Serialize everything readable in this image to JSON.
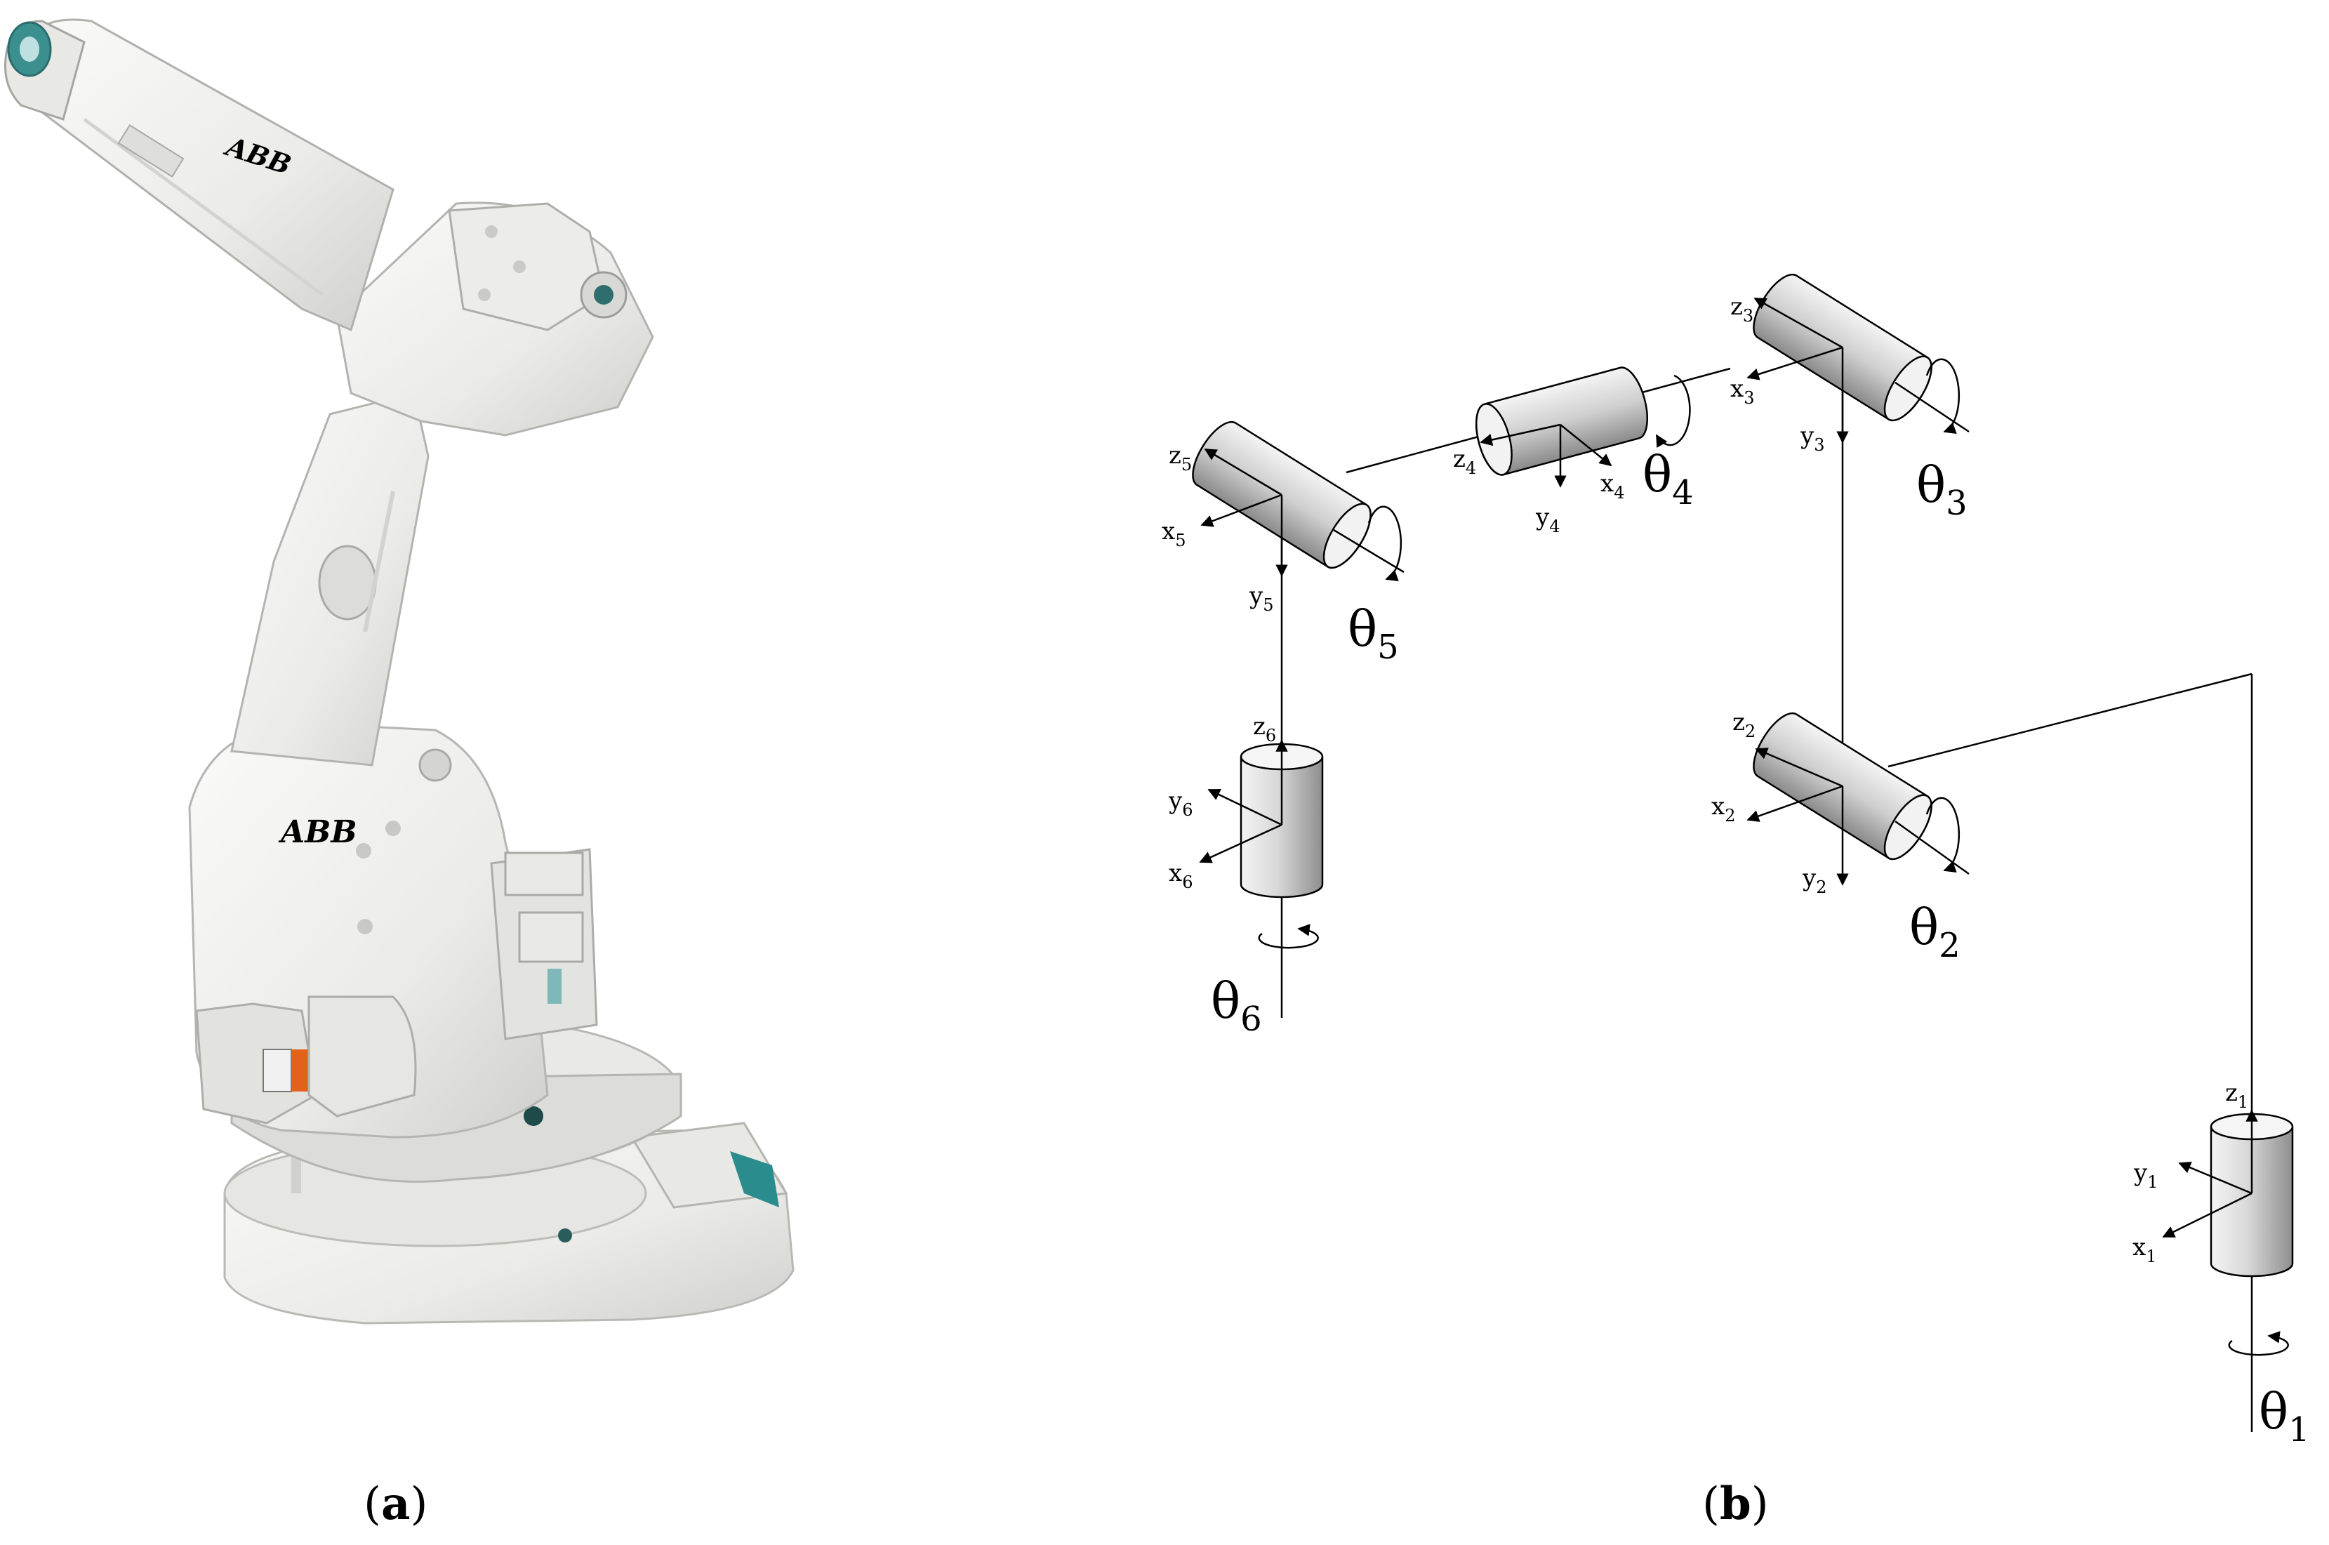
{
  "panels": {
    "a": {
      "label": "a"
    },
    "b": {
      "label": "b"
    }
  },
  "robot_photo": {
    "brand_label_upper": "ABB",
    "brand_label_lower": "ABB",
    "colors": {
      "body": "#f2f2f0",
      "shadow": "#c9c9c6",
      "logo": "#d21f1f",
      "accent": "#2a8c8c"
    }
  },
  "kinematic_diagram": {
    "joints": [
      {
        "id": "1",
        "angle": "θ",
        "z": "z",
        "x": "x",
        "y": "y"
      },
      {
        "id": "2",
        "angle": "θ",
        "z": "z",
        "x": "x",
        "y": "y"
      },
      {
        "id": "3",
        "angle": "θ",
        "z": "z",
        "x": "x",
        "y": "y"
      },
      {
        "id": "4",
        "angle": "θ",
        "z": "z",
        "x": "x",
        "y": "y"
      },
      {
        "id": "5",
        "angle": "θ",
        "z": "z",
        "x": "x",
        "y": "y"
      },
      {
        "id": "6",
        "angle": "θ",
        "z": "z",
        "x": "x",
        "y": "y"
      }
    ]
  }
}
